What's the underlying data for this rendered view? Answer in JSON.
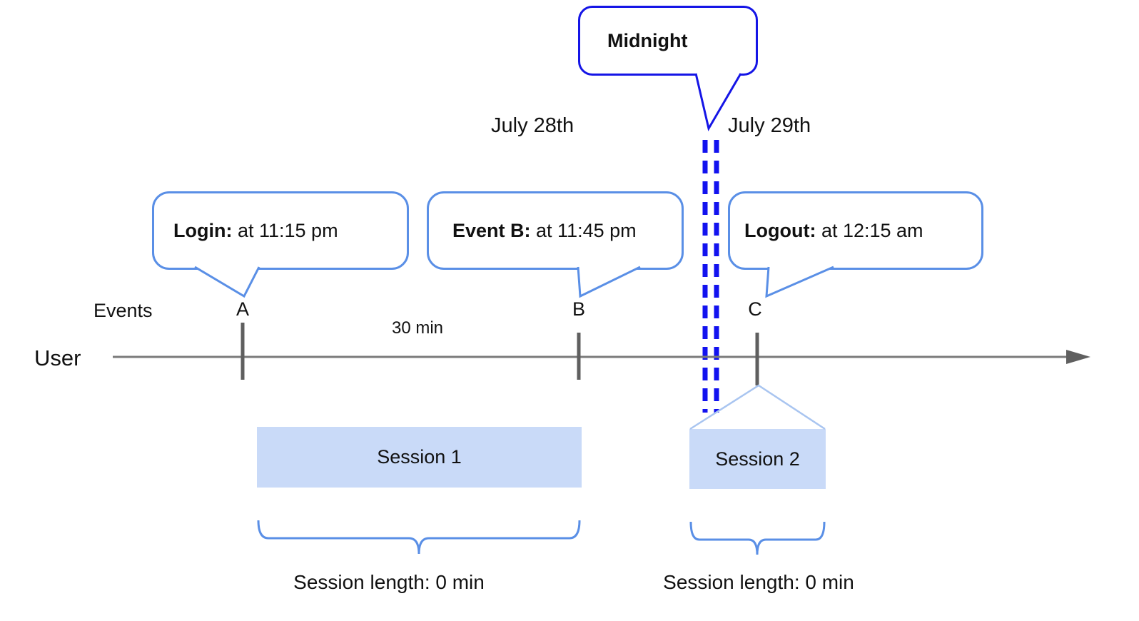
{
  "colors": {
    "accent_blue": "#1515e6",
    "callout_border_blue": "#5a8fe6",
    "session_fill_blue": "#c9daf8",
    "roof_light_blue": "#a9c5f0",
    "axis_gray": "#5f5f5f"
  },
  "midnight_callout": {
    "label": "Midnight"
  },
  "dates": {
    "before": "July 28th",
    "after": "July 29th"
  },
  "axis": {
    "row_label": "Events",
    "user_label": "User",
    "interval_label": "30 min"
  },
  "events": [
    {
      "letter": "A",
      "callout_bold": "Login:",
      "callout_rest": " at 11:15 pm"
    },
    {
      "letter": "B",
      "callout_bold": "Event B:",
      "callout_rest": " at 11:45 pm"
    },
    {
      "letter": "C",
      "callout_bold": "Logout:",
      "callout_rest": " at 12:15 am"
    }
  ],
  "sessions": [
    {
      "label": "Session 1",
      "length": "Session length: 0 min"
    },
    {
      "label": "Session 2",
      "length": "Session length: 0 min"
    }
  ]
}
